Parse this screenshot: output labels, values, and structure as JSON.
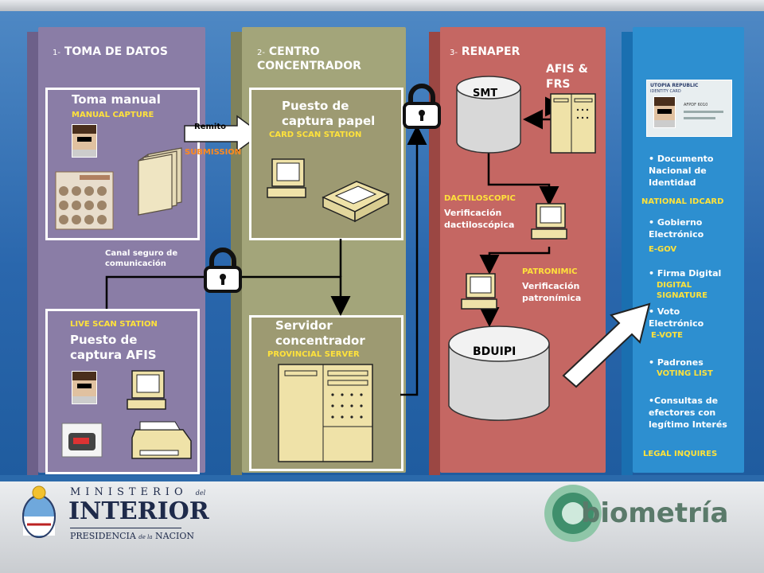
{
  "col1": {
    "num": "1-",
    "title": "TOMA DE DATOS",
    "manual_title": "Toma manual",
    "manual_sub": "MANUAL CAPTURE",
    "secure_channel": "Canal seguro de comunicación",
    "live_label": "LIVE SCAN STATION",
    "afis_title": "Puesto de captura AFIS"
  },
  "col2": {
    "num": "2-",
    "title": "CENTRO CONCENTRADOR",
    "remito": "Remito",
    "submission": "SUBMISSION",
    "card_title": "Puesto de captura papel",
    "card_sub": "CARD SCAN STATION",
    "server_title": "Servidor concentrador",
    "server_sub": "PROVINCIAL SERVER"
  },
  "col3": {
    "num": "3-",
    "title": "RENAPER",
    "smt": "SMT",
    "afis_frs": "AFIS & FRS",
    "dactiloscopic": "DACTILOSCOPIC",
    "dactiloscopic_es": "Verificación dactiloscópica",
    "patronimic": "PATRONIMIC",
    "patronimic_es": "Verificación patronímica",
    "bduipi": "BDUIPI"
  },
  "col4": {
    "items": [
      {
        "es": "• Documento Nacional de Identidad",
        "en": "NATIONAL IDCARD"
      },
      {
        "es": "• Gobierno Electrónico",
        "en": "E-GOV"
      },
      {
        "es": "• Firma Digital",
        "en": "DIGITAL SIGNATURE"
      },
      {
        "es": "• Voto Electrónico",
        "en": "E-VOTE"
      },
      {
        "es": "• Padrones",
        "en": "VOTING LIST"
      },
      {
        "es": "•Consultas de efectores con legítimo Interés",
        "en": "LEGAL INQUIRES"
      }
    ],
    "id_card": {
      "header": "UTOPIA REPUBLIC",
      "sub": "IDENTITY CARD",
      "name": "AFPDF 6010"
    }
  },
  "footer": {
    "ministerio": "MINISTERIO",
    "del": "del",
    "interior": "INTERIOR",
    "presidencia": "PRESIDENCIA",
    "de_la": "de la",
    "nacion": "NACION",
    "biometria": "biometría"
  },
  "colors": {
    "col1": "#8a7da6",
    "col2": "#a3a57a",
    "col3": "#c56763",
    "col4": "#2d8fd0",
    "accent_yellow": "#ffe23b",
    "accent_orange": "#ff8a1e"
  }
}
